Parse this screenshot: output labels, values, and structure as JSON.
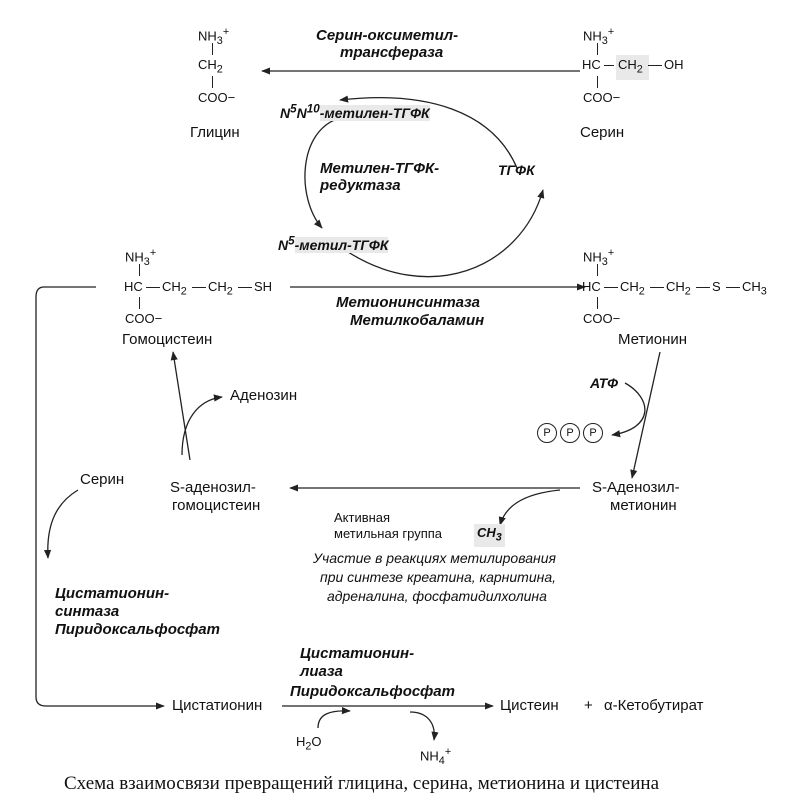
{
  "glycine": {
    "nh3": "NH3+",
    "ch2": "CH2",
    "coo": "COO−",
    "name": "Глицин"
  },
  "serine": {
    "nh3": "NH3+",
    "hc": "HC",
    "ch2": "CH2",
    "oh": "OH",
    "coo": "COO−",
    "name": "Серин"
  },
  "homocysteine": {
    "nh3": "NH3+",
    "hc": "HC",
    "ch2a": "CH2",
    "ch2b": "CH2",
    "sh": "SH",
    "coo": "COO−",
    "name": "Гомоцистеин"
  },
  "methionine": {
    "nh3": "NH3+",
    "hc": "HC",
    "ch2a": "CH2",
    "ch2b": "CH2",
    "s": "S",
    "ch3": "CH3",
    "coo": "COO−",
    "name": "Метионин"
  },
  "enzymes": {
    "shmt_1": "Серин-оксиметил-",
    "shmt_2": "трансфераза",
    "mthfr_1": "Метилен-ТГФК-",
    "mthfr_2": "редуктаза",
    "ms_1": "Метионинсинтаза",
    "ms_2": "Метилкобаламин",
    "cbs_1": "Цистатионин-",
    "cbs_2": "синтаза",
    "cbs_3": "Пиридоксальфосфат",
    "cgl_1": "Цистатионин-",
    "cgl_2": "лиаза",
    "cgl_3": "Пиридоксальфосфат"
  },
  "folate": {
    "n5n10_a": "N",
    "n5n10_b": "5",
    "n5n10_c": "N",
    "n5n10_d": "10",
    "n5n10_e": "-метилен-ТГФК",
    "n5_a": "N",
    "n5_b": "5",
    "n5_c": "-метил-ТГФК",
    "thf": "ТГФК"
  },
  "sam_cycle": {
    "atp": "АТФ",
    "p1": "P",
    "p2": "P",
    "p3": "P",
    "sam_1": "S-Аденозил-",
    "sam_2": "метионин",
    "sah_1": "S-аденозил-",
    "sah_2": "гомоцистеин",
    "adenosine": "Аденозин",
    "active_1": "Активная",
    "active_2": "метильная группа",
    "active_ch3": "CH3",
    "note_1": "Участие в реакциях метилирования",
    "note_2": "при синтезе креатина, карнитина,",
    "note_3": "адреналина, фосфатидилхолина"
  },
  "transsulfuration": {
    "serine": "Серин",
    "cystathionine": "Цистатионин",
    "cysteine": "Цистеин",
    "plus": "+",
    "ketobutyrate": "α-Кетобутират",
    "h2o": "H2O",
    "nh4": "NH4+"
  },
  "caption": "Схема взаимосвязи превращений глицина, серина, метионина и цистеина"
}
